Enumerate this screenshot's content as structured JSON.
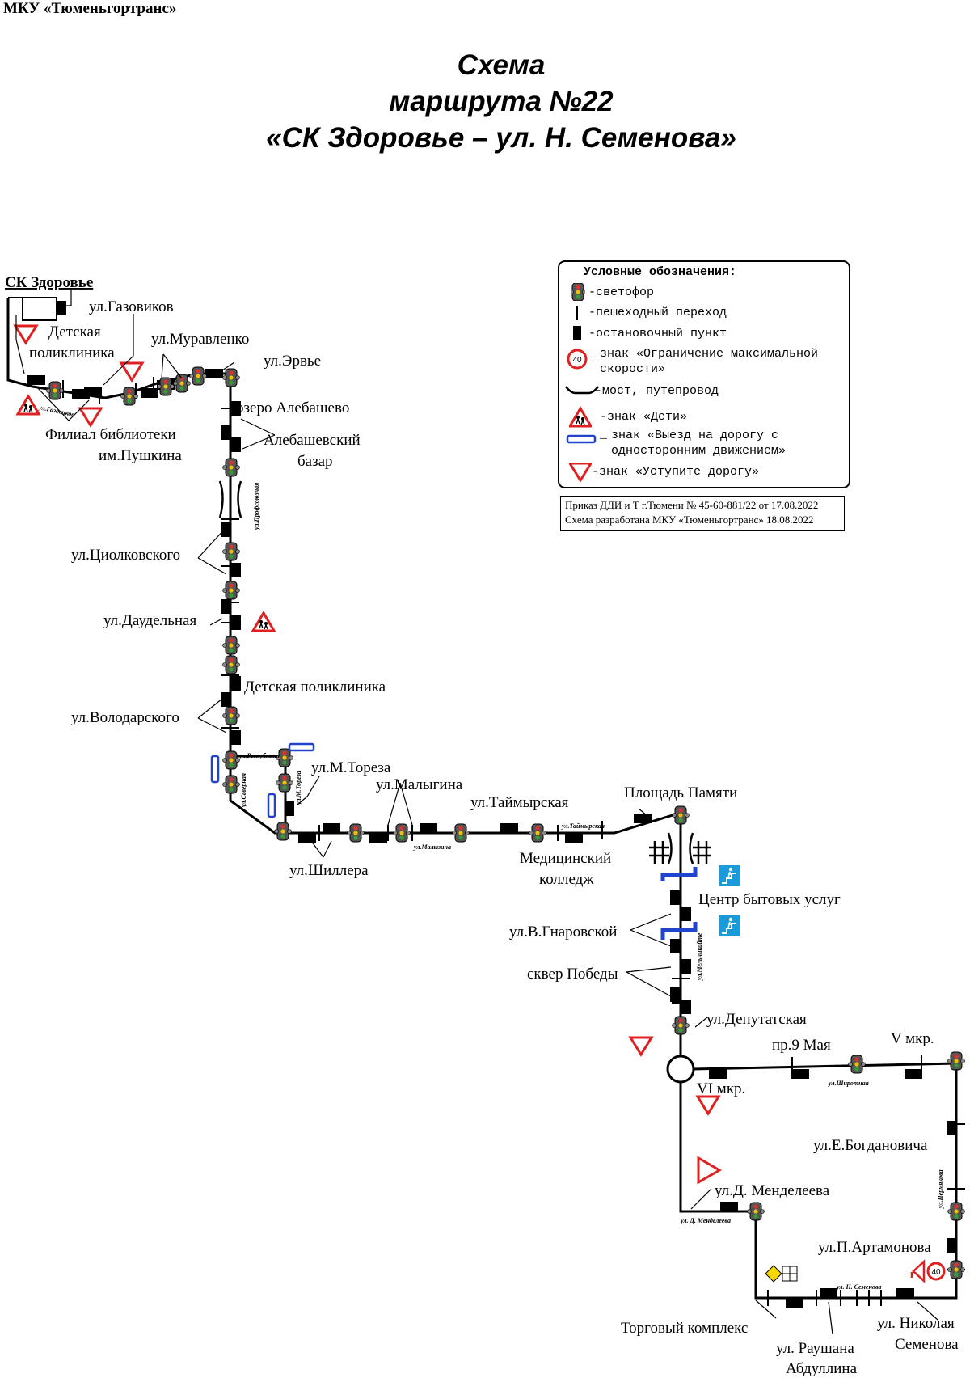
{
  "header": {
    "org": "МКУ «Тюменьгортранс»",
    "title_line1": "Схема",
    "title_line2": "маршрута №22",
    "title_line3": "«СК Здоровье – ул. Н. Семенова»"
  },
  "legend": {
    "title": "Условные обозначения:",
    "items": [
      {
        "icon": "traffic-light-icon",
        "text": "-светофор"
      },
      {
        "icon": "pedestrian-crossing-icon",
        "text": "-пешеходный переход"
      },
      {
        "icon": "bus-stop-icon",
        "text": "-остановочный пункт"
      },
      {
        "icon": "speed-limit-icon",
        "text": "знак «Ограничение максимальной\nскорости»",
        "icon_text": "40"
      },
      {
        "icon": "bridge-icon",
        "text": "-мост, путепровод"
      },
      {
        "icon": "children-sign-icon",
        "text": "-знак «Дети»"
      },
      {
        "icon": "one-way-exit-icon",
        "text": "знак «Выезд на дорогу с\nодносторонним движением»"
      },
      {
        "icon": "yield-sign-icon",
        "text": "-знак «Уступите дорогу»"
      }
    ]
  },
  "order": {
    "line1": "Приказ ДДИ и Т г.Тюмени № 45-60-881/22 от 17.08.2022",
    "line2": "Схема разработана МКУ «Тюменьгортранс» 18.08.2022"
  },
  "colors": {
    "route": "#000000",
    "sign_red": "#e02020",
    "one_way_blue": "#2244cc",
    "ped_blue": "#1a9ad9",
    "sign_yellow": "#f5d800"
  },
  "stops": {
    "start": "СК Здоровье",
    "gazovikov": "ул.Газовиков",
    "det_poli_1a": "Детская",
    "det_poli_1b": "поликлиника",
    "muravlenko": "ул.Муравленко",
    "ervye": "ул.Эрвье",
    "biblio_a": "Филиал библиотеки",
    "biblio_b": "им.Пушкина",
    "ozero": "озеро Алебашево",
    "bazar_a": "Алебашевский",
    "bazar_b": "базар",
    "ciolkovsky": "ул.Циолковского",
    "daudelnaya": "ул.Даудельная",
    "det_poli_2": "Детская поликлиника",
    "volodarsky": "ул.Володарского",
    "toreza": "ул.М.Тореза",
    "malygina": "ул.Малыгина",
    "taymyrskaya": "ул.Таймырская",
    "pl_pamyati": "Площадь Памяти",
    "shillera": "ул.Шиллера",
    "med_a": "Медицинский",
    "med_b": "колледж",
    "centr": "Центр бытовых услуг",
    "gnarovskoy": "ул.В.Гнаровской",
    "skver": "сквер Победы",
    "deputatskaya": "ул.Депутатская",
    "pr9maya": "пр.9 Мая",
    "v_mkr": "V мкр.",
    "vi_mkr": "VI мкр.",
    "bogdanovicha": "ул.Е.Богдановича",
    "mendeleeva": "ул.Д. Менделеева",
    "artamonova": "ул.П.Артамонова",
    "torg": "Торговый комплекс",
    "abdullina_a": "ул. Раушана",
    "abdullina_b": "Абдуллина",
    "semenova_a": "ул. Николая",
    "semenova_b": "Семенова"
  },
  "streets": {
    "gazovikov": "ул.Газовиков",
    "profsoyuznaya": "ул.Профсоюзная",
    "respubliki": "ул.Республики",
    "severnaya": "ул.Северная",
    "toreza": "ул.М.Тореза",
    "malygina": "ул.Малыгина",
    "taymyrskaya": "ул.Таймырская",
    "melnikayte": "ул.Мельникайте",
    "shirotnaya": "ул.Широтная",
    "permyakova": "ул.Пермякова",
    "mendeleeva": "ул. Д. Менделеева",
    "semenova": "ул. Н. Семенова"
  },
  "sign_texts": {
    "speed": "40"
  }
}
